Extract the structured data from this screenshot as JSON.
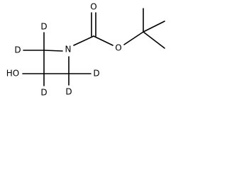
{
  "molecule": {
    "atoms": {
      "nitrogen": "N",
      "carbonyl_oxygen": "O",
      "ester_oxygen": "O",
      "hydroxyl": "HO",
      "deuterium": "D"
    }
  }
}
